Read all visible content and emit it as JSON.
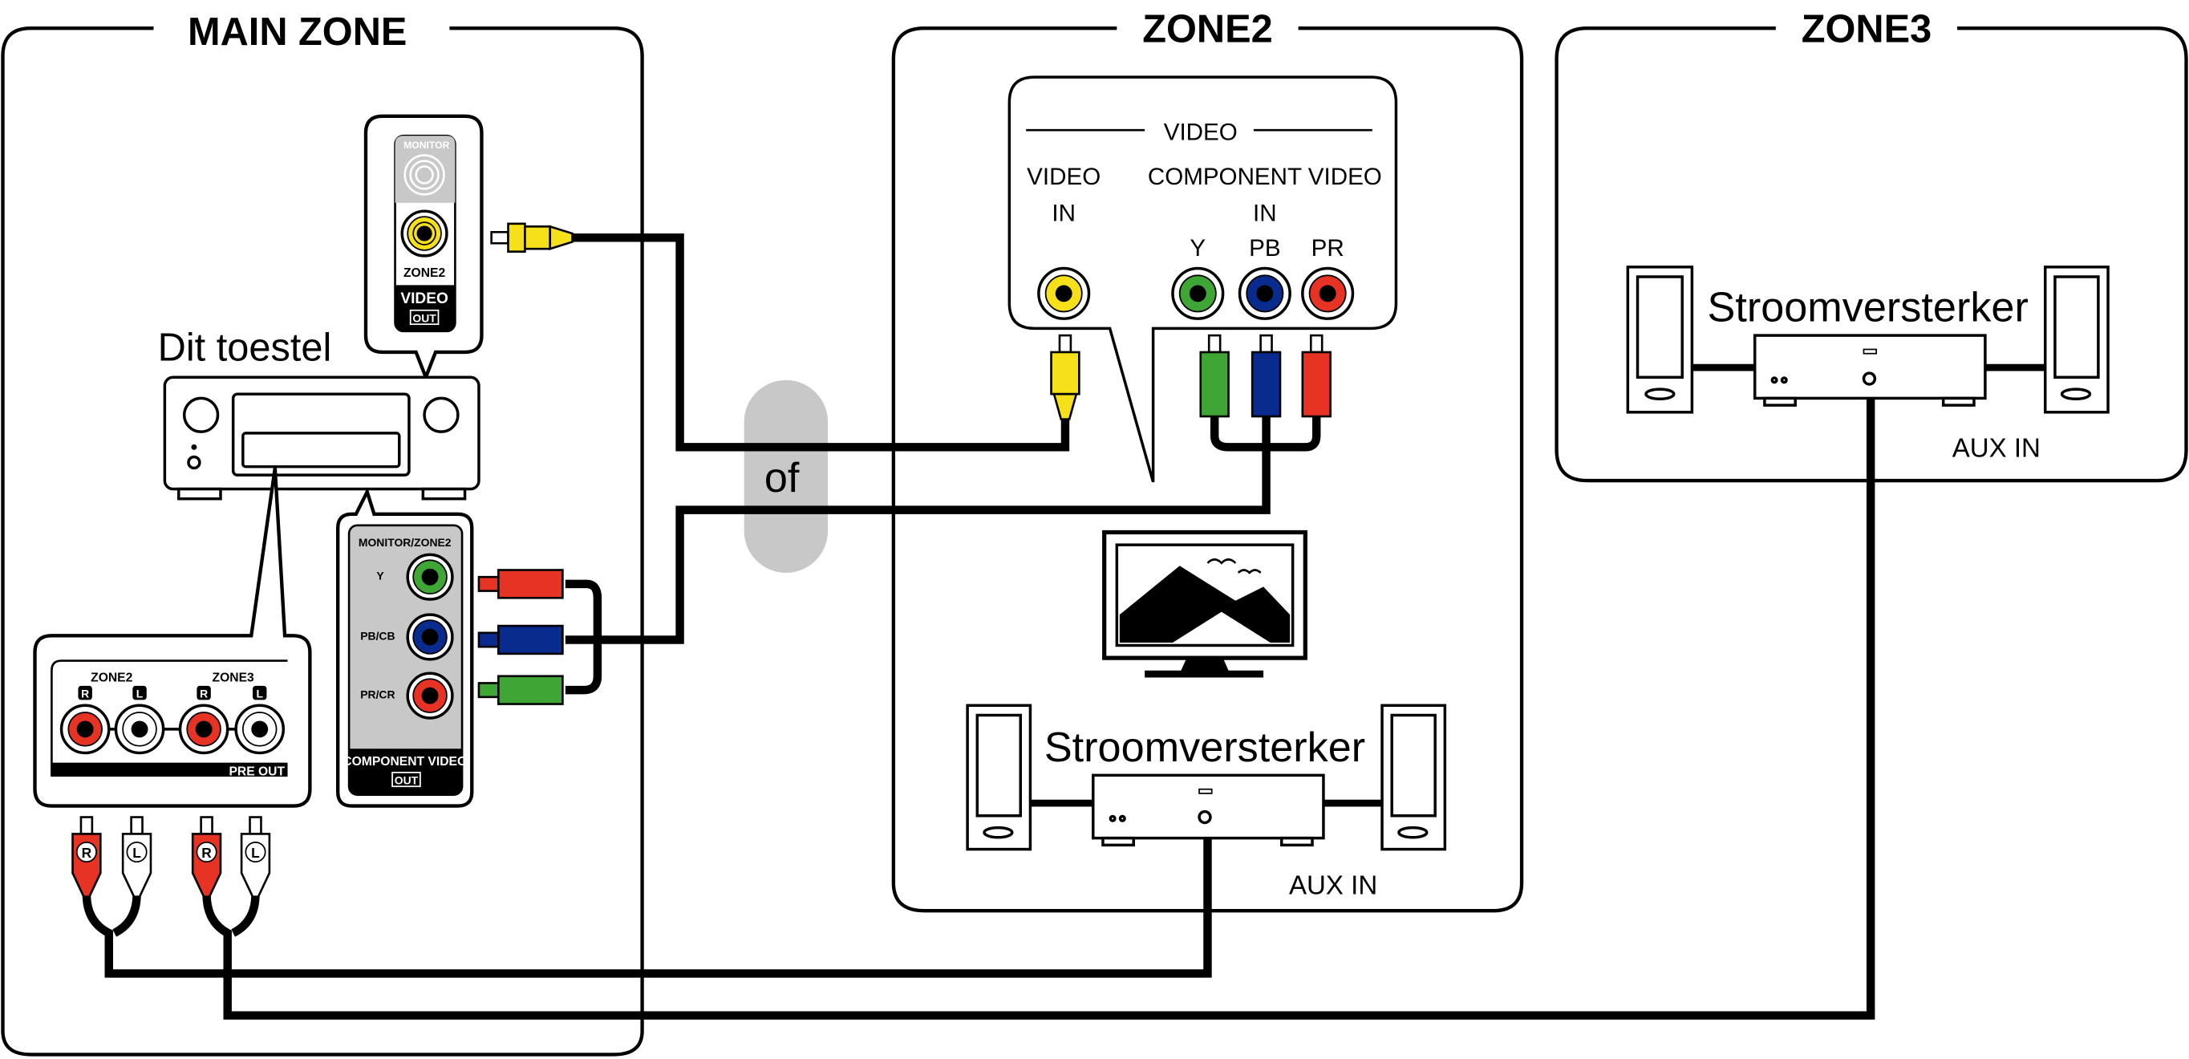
{
  "zones": {
    "main": "MAIN ZONE",
    "zone2": "ZONE2",
    "zone3": "ZONE3"
  },
  "device_label": "Dit toestel",
  "video_out_panel": {
    "monitor": "MONITOR",
    "zone2": "ZONE2",
    "title": "VIDEO",
    "out": "OUT"
  },
  "component_panel": {
    "header": "MONITOR/ZONE2",
    "y": "Y",
    "pb": "PB/CB",
    "pr": "PR/CR",
    "title": "COMPONENT VIDEO",
    "out": "OUT"
  },
  "preout_panel": {
    "zone2": "ZONE2",
    "zone3": "ZONE3",
    "r": "R",
    "l": "L",
    "title": "PRE OUT"
  },
  "plug_labels": {
    "r": "R",
    "l": "L"
  },
  "or_label": "of",
  "tv_inputs": {
    "video": "VIDEO",
    "video_in": "VIDEO",
    "video_in2": "IN",
    "component": "COMPONENT VIDEO",
    "component2": "IN",
    "y": "Y",
    "pb": "PB",
    "pr": "PR"
  },
  "amp_label": "Stroomversterker",
  "aux_in": "AUX IN",
  "colors": {
    "yellow": "#f5e01a",
    "green": "#3fa535",
    "blue": "#0a2b8e",
    "red": "#e63323",
    "gray": "#c8c8c8"
  }
}
